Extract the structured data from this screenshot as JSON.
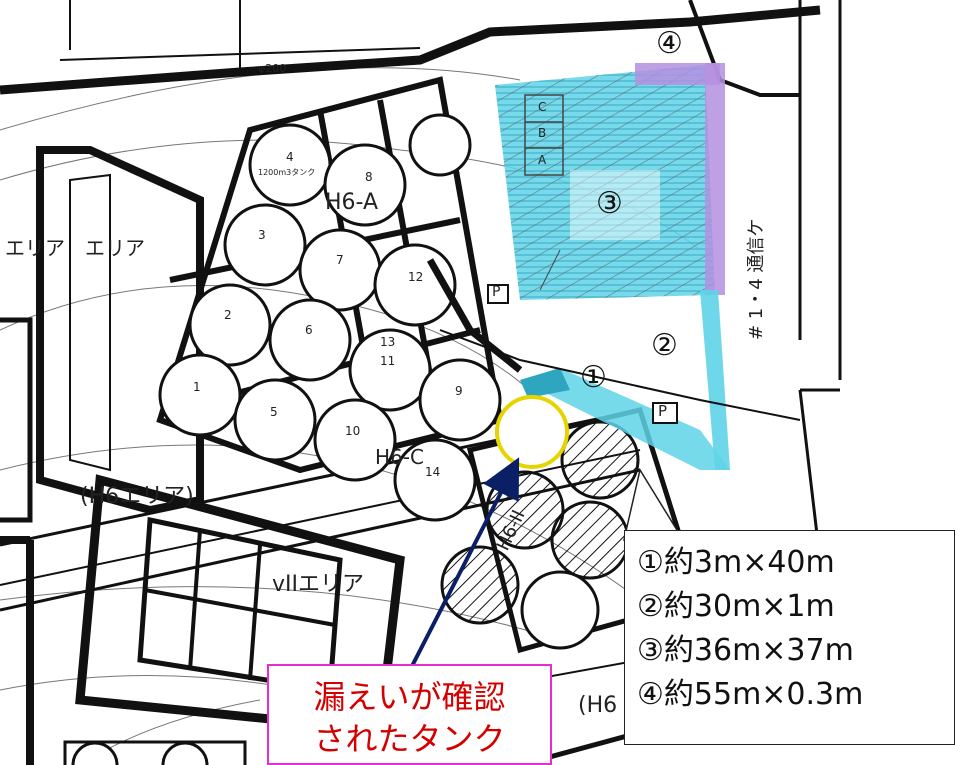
{
  "site_labels": {
    "tank_group_a": "H6-A",
    "tank_group_c": "H6-C",
    "tank_group_ii": "H6-II",
    "area_h6": "(H6エリア)",
    "area_vii": "vIIエリア",
    "area_left": "エリア",
    "area_left2": "エリア",
    "area_h6_bottom": "(H6",
    "pipe_size": "φ200",
    "tank_capacity": "1200m3タンク",
    "sign_p": "P",
    "road_text": "# 1・4 通信ケ",
    "block_labels": [
      "C",
      "B",
      "A"
    ]
  },
  "tank_numbers": [
    "1",
    "2",
    "3",
    "4",
    "5",
    "6",
    "7",
    "8",
    "9",
    "10",
    "11",
    "12",
    "13",
    "14"
  ],
  "area_markers": {
    "m1": "①",
    "m2": "②",
    "m3": "③",
    "m4": "④"
  },
  "callout": {
    "lines": [
      "①約3m×40m",
      "②約30m×1m",
      "③約36m×37m",
      "④約55m×0.3m"
    ]
  },
  "leak_label": {
    "line1": "漏えいが確認",
    "line2": "されたタンク"
  },
  "colors": {
    "area_fill": "#5fd3e8",
    "area_edge": "#3ab0cc",
    "strip_fill": "#b48fe0",
    "leak_circle": "#e6d400",
    "arrow": "#0a1f66",
    "leak_text": "#d40000",
    "leak_border": "#e52ecf"
  }
}
